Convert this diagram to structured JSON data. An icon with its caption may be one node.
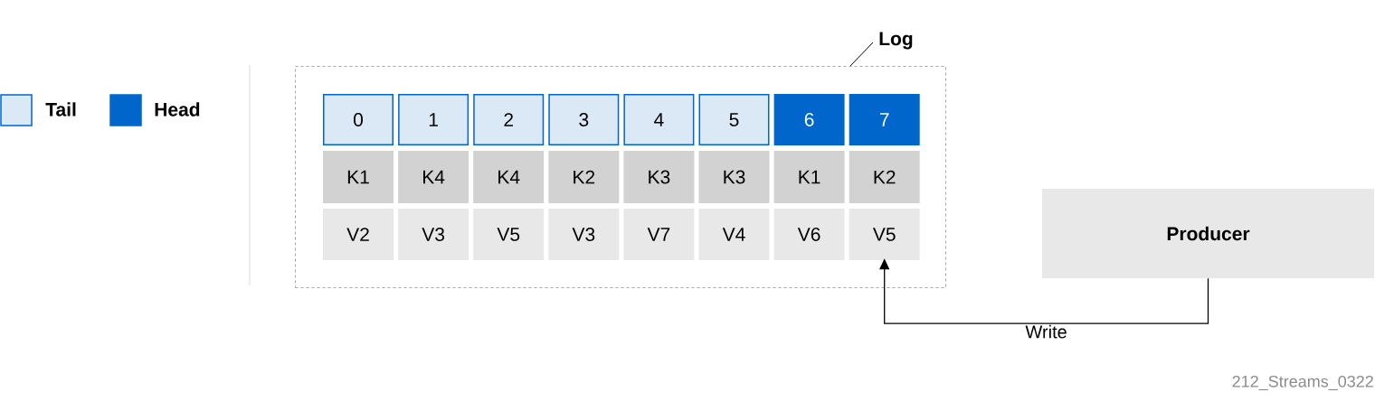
{
  "diagram": {
    "nodes": [
      {
        "text": [
          "Log"
        ]
      },
      {
        "text": [
          "0"
        ],
        "in": 0
      },
      {
        "text": [
          "1"
        ],
        "in": 0
      },
      {
        "text": [
          "2"
        ],
        "in": 0
      },
      {
        "text": [
          "3"
        ],
        "in": 0
      },
      {
        "text": [
          "4"
        ],
        "in": 0
      },
      {
        "text": [
          "5"
        ],
        "in": 0
      },
      {
        "text": [
          "6"
        ],
        "in": 0
      },
      {
        "text": [
          "7"
        ],
        "in": 0
      },
      {
        "text": [
          "K1"
        ],
        "in": 0
      },
      {
        "text": [
          "K4"
        ],
        "in": 0
      },
      {
        "text": [
          "K4"
        ],
        "in": 0
      },
      {
        "text": [
          "K2"
        ],
        "in": 0
      },
      {
        "text": [
          "K3"
        ],
        "in": 0
      },
      {
        "text": [
          "K3"
        ],
        "in": 0
      },
      {
        "text": [
          "K1"
        ],
        "in": 0
      },
      {
        "text": [
          "K2"
        ],
        "in": 0
      },
      {
        "text": [
          "V2"
        ],
        "in": 0
      },
      {
        "text": [
          "V3"
        ],
        "in": 0
      },
      {
        "text": [
          "V5"
        ],
        "in": 0
      },
      {
        "text": [
          "V3"
        ],
        "in": 0
      },
      {
        "text": [
          "V7"
        ],
        "in": 0
      },
      {
        "text": [
          "V4"
        ],
        "in": 0
      },
      {
        "text": [
          "V6"
        ],
        "in": 0
      },
      {
        "text": [
          "V5"
        ],
        "in": 0
      },
      {
        "text": [
          "Producer"
        ]
      }
    ],
    "edges": [
      {
        "from": 25,
        "to": 24,
        "arrow": "to",
        "label": "Write"
      }
    ],
    "labels": [
      "212_Streams_0322"
    ],
    "legend": [
      {
        "text": "Tail",
        "color": "#dbe8f6"
      },
      {
        "text": "Head",
        "color": "#0066cc"
      }
    ]
  }
}
